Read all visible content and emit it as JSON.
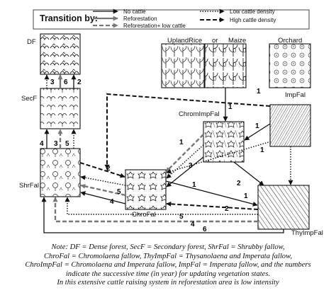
{
  "legend": {
    "title": "Transition by:",
    "items": [
      {
        "label": "No cattle",
        "style": "solid-thin"
      },
      {
        "label": "Reforestation",
        "style": "solid-gray"
      },
      {
        "label": "Reforestation+ low cattle",
        "style": "dashed-gray"
      },
      {
        "label": "Low cattle density",
        "style": "dotted"
      },
      {
        "label": "High cattle density",
        "style": "dashed-black"
      }
    ]
  },
  "states": {
    "df": "DF",
    "secf": "SecF",
    "shrfal": "ShrFal",
    "chrofal": "ChroFal",
    "chromimpfal": "ChromImpFal",
    "impfal": "ImpFal",
    "thyimpfal": "ThyImpFal",
    "upland_rice": "UplandRice",
    "or_word": "or",
    "maize": "Maize",
    "orchard": "Orchard"
  },
  "transitions": {
    "secf_to_df": [
      "3",
      "6",
      "2"
    ],
    "shrfal_to_secf": [
      "4",
      "3",
      "5"
    ],
    "shrfal_chrofal_top": "2",
    "chrofal_to_shrfal": [
      "4",
      "5"
    ],
    "into_chrofal_from_chrom": [
      "1",
      "3"
    ],
    "chrom_to_chro_lower": "1",
    "crops_to_chromimpfal": "1",
    "impfal_to_chrofal": "1",
    "impfal_to_chrom": "1",
    "impfal_to_shrfal_top": "1",
    "chrom_to_thyimp": "2",
    "chrofal_to_thyimp": "1",
    "thyimp_to_chrofal": "2",
    "thyimp_to_shrfal": [
      "5",
      "4",
      "6"
    ]
  },
  "note": [
    "Note: DF = Dense forest, SecF = Secondary forest, ShrFal = Shrubby fallow,",
    "ChroFal = Chromolaena fallow, ThyImpFal = Thysanolaena and Imperata fallow,",
    "ChroImpFal = Chromolaena and Imperata fallow, ImpFal = Imperata fallow, and the numbers",
    "indicate the successive time (in year) for updating vegetation states.",
    "In this extensive cattle raising system in reforestation area is low intensity"
  ]
}
